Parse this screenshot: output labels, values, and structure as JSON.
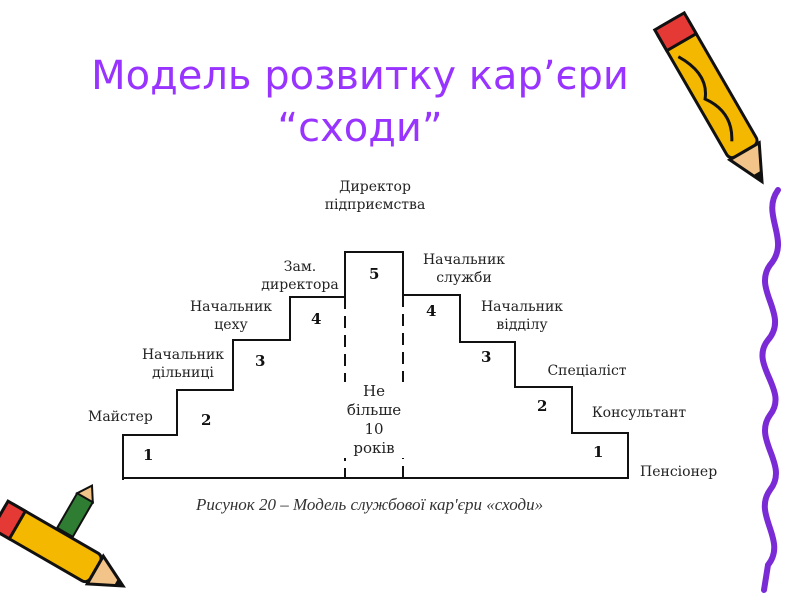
{
  "slide": {
    "title_line1": "Модель розвитку кар’єри",
    "title_line2": "“сходи”",
    "accent_color": "#9933ff"
  },
  "diagram": {
    "top_label": [
      "Директор",
      "підприємства"
    ],
    "left_steps": [
      {
        "number": "1",
        "label": [
          "Майстер"
        ]
      },
      {
        "number": "2",
        "label": [
          "Начальник",
          "дільниці"
        ]
      },
      {
        "number": "3",
        "label": [
          "Начальник",
          "цеху"
        ]
      },
      {
        "number": "4",
        "label": [
          "Зам.",
          "директора"
        ]
      }
    ],
    "top_number": "5",
    "right_steps": [
      {
        "number": "4",
        "label": [
          "Начальник",
          "служби"
        ]
      },
      {
        "number": "3",
        "label": [
          "Начальник",
          "відділу"
        ]
      },
      {
        "number": "2",
        "label": [
          "Спеціаліст"
        ]
      },
      {
        "number": "1",
        "label": [
          "Консультант"
        ]
      }
    ],
    "end_label": "Пенсіонер",
    "center_text": [
      "Не",
      "більше",
      "10",
      "років"
    ],
    "caption": "Рисунок 20 – Модель службової кар'єри «сходи»"
  },
  "decorations": {
    "icons": [
      "pencil-icon",
      "pencil-icon",
      "squiggle-border"
    ]
  }
}
